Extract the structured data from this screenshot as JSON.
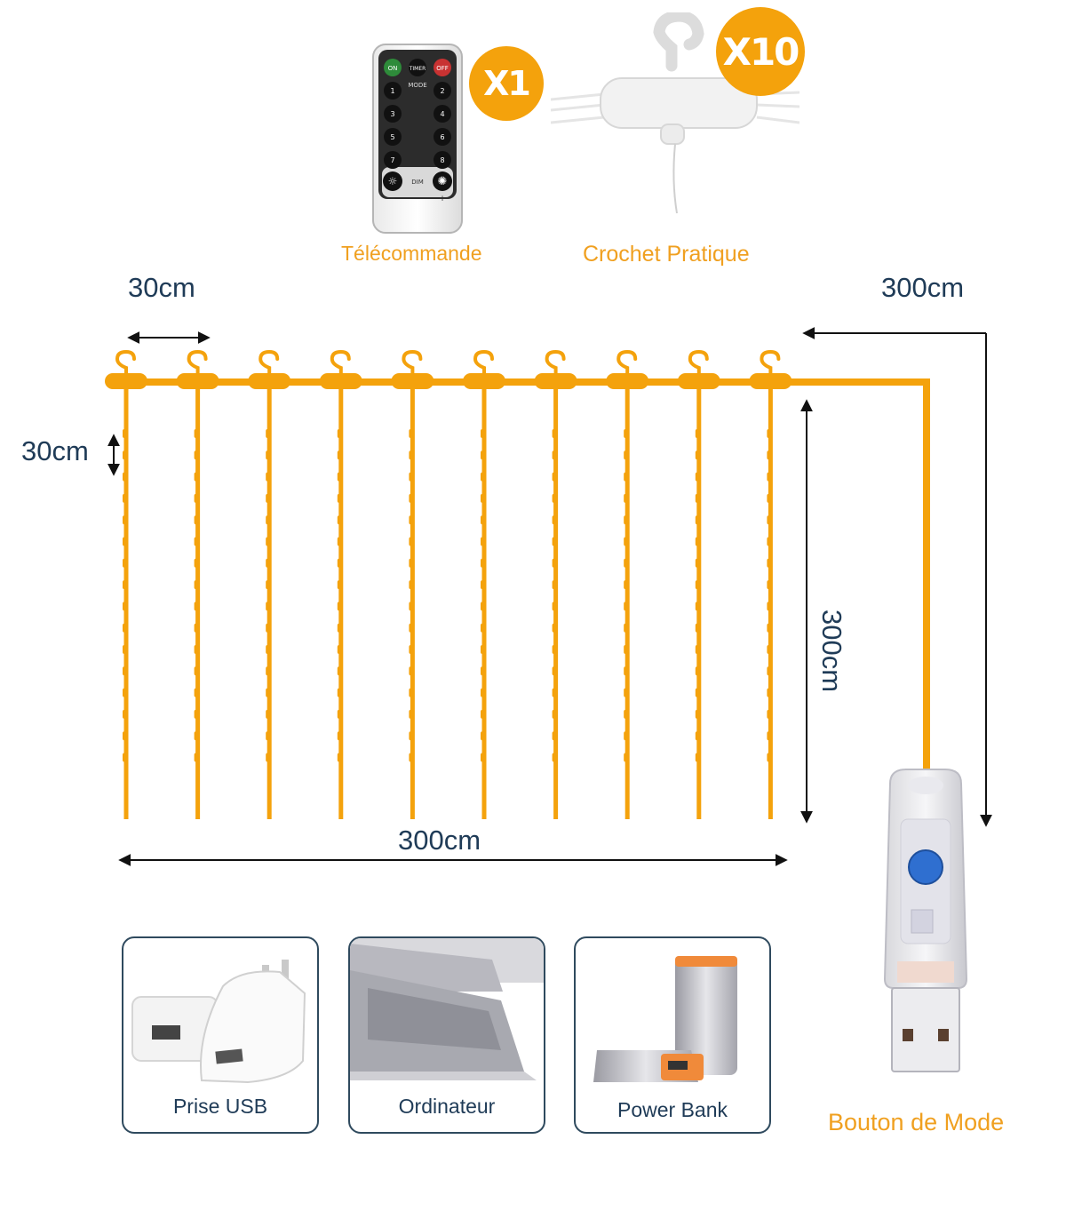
{
  "accessories": {
    "remote": {
      "badge": "X1",
      "label": "Télécommande",
      "buttons": {
        "on": "ON",
        "timer": "TIMER",
        "off": "OFF",
        "mode": "MODE",
        "keys": [
          "1",
          "2",
          "3",
          "4",
          "5",
          "6",
          "7",
          "8"
        ],
        "dim": "DIM",
        "minus": "−",
        "plus": "+"
      }
    },
    "hook": {
      "badge": "X10",
      "label": "Crochet Pratique"
    }
  },
  "dimensions": {
    "hook_spacing": "30cm",
    "top_length": "300cm",
    "led_spacing": "30cm",
    "height": "300cm",
    "width": "300cm"
  },
  "curtain": {
    "strands": 10,
    "leds_per_strand": 16
  },
  "power_sources": [
    {
      "label": "Prise USB"
    },
    {
      "label": "Ordinateur"
    },
    {
      "label": "Power Bank"
    }
  ],
  "controller": {
    "label": "Bouton de Mode"
  },
  "colors": {
    "accent": "#f4a20c",
    "text_dark": "#1f3b57",
    "label_orange": "#f0a020"
  }
}
